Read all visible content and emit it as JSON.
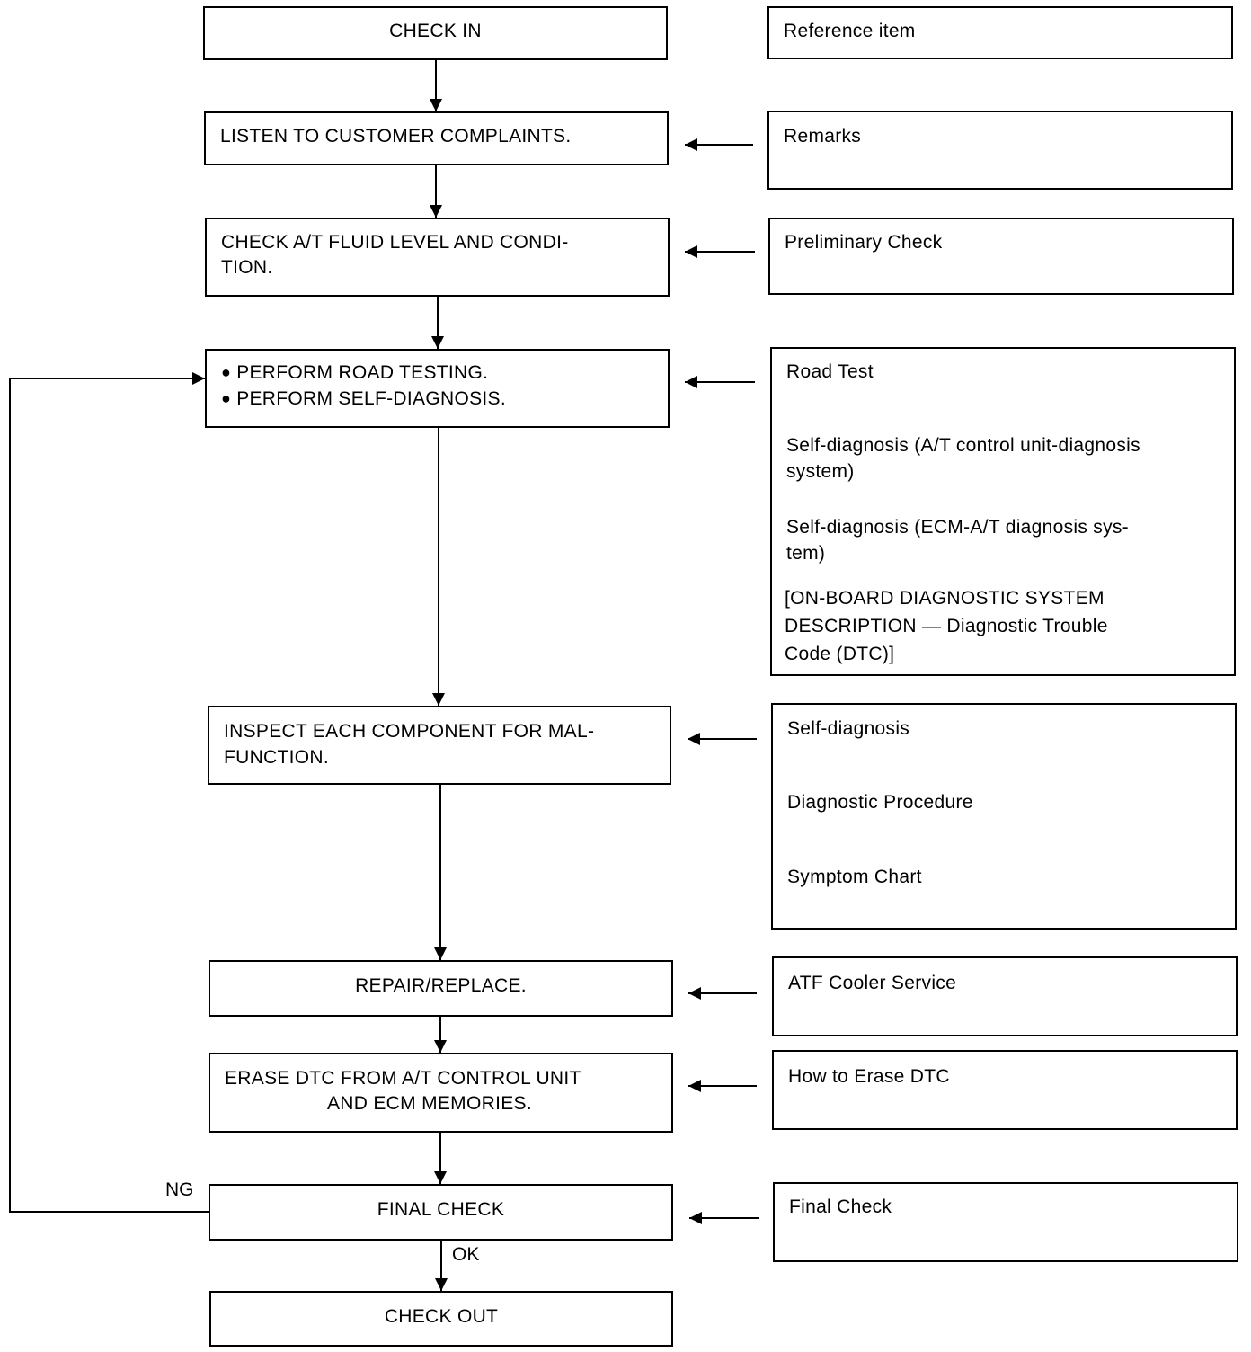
{
  "steps": {
    "check_in": "CHECK IN",
    "listen": "LISTEN TO CUSTOMER COMPLAINTS.",
    "fluid": [
      "CHECK A/T FLUID LEVEL AND CONDI-",
      "TION."
    ],
    "road": [
      "PERFORM ROAD TESTING.",
      "PERFORM SELF-DIAGNOSIS."
    ],
    "inspect": [
      "INSPECT EACH COMPONENT FOR MAL-",
      "FUNCTION."
    ],
    "repair": "REPAIR/REPLACE.",
    "erase": [
      "ERASE DTC FROM A/T CONTROL UNIT",
      "AND ECM MEMORIES."
    ],
    "final": "FINAL CHECK",
    "check_out": "CHECK OUT"
  },
  "refs": {
    "header": "Reference item",
    "remarks": "Remarks",
    "preliminary": "Preliminary Check",
    "road": {
      "road_test": "Road Test",
      "self_diag_at": [
        "Self-diagnosis (A/T control unit-diagnosis",
        "system)"
      ],
      "self_diag_ecm": [
        "Self-diagnosis (ECM-A/T diagnosis sys-",
        "tem)"
      ],
      "obd": [
        "[ON-BOARD DIAGNOSTIC SYSTEM",
        "DESCRIPTION — Diagnostic Trouble",
        "Code (DTC)]"
      ]
    },
    "inspect": {
      "self_diag": "Self-diagnosis",
      "procedure": "Diagnostic Procedure",
      "symptom": "Symptom Chart"
    },
    "atf": "ATF Cooler Service",
    "erase": "How to Erase DTC",
    "final": "Final Check"
  },
  "labels": {
    "ng": "NG",
    "ok": "OK"
  }
}
